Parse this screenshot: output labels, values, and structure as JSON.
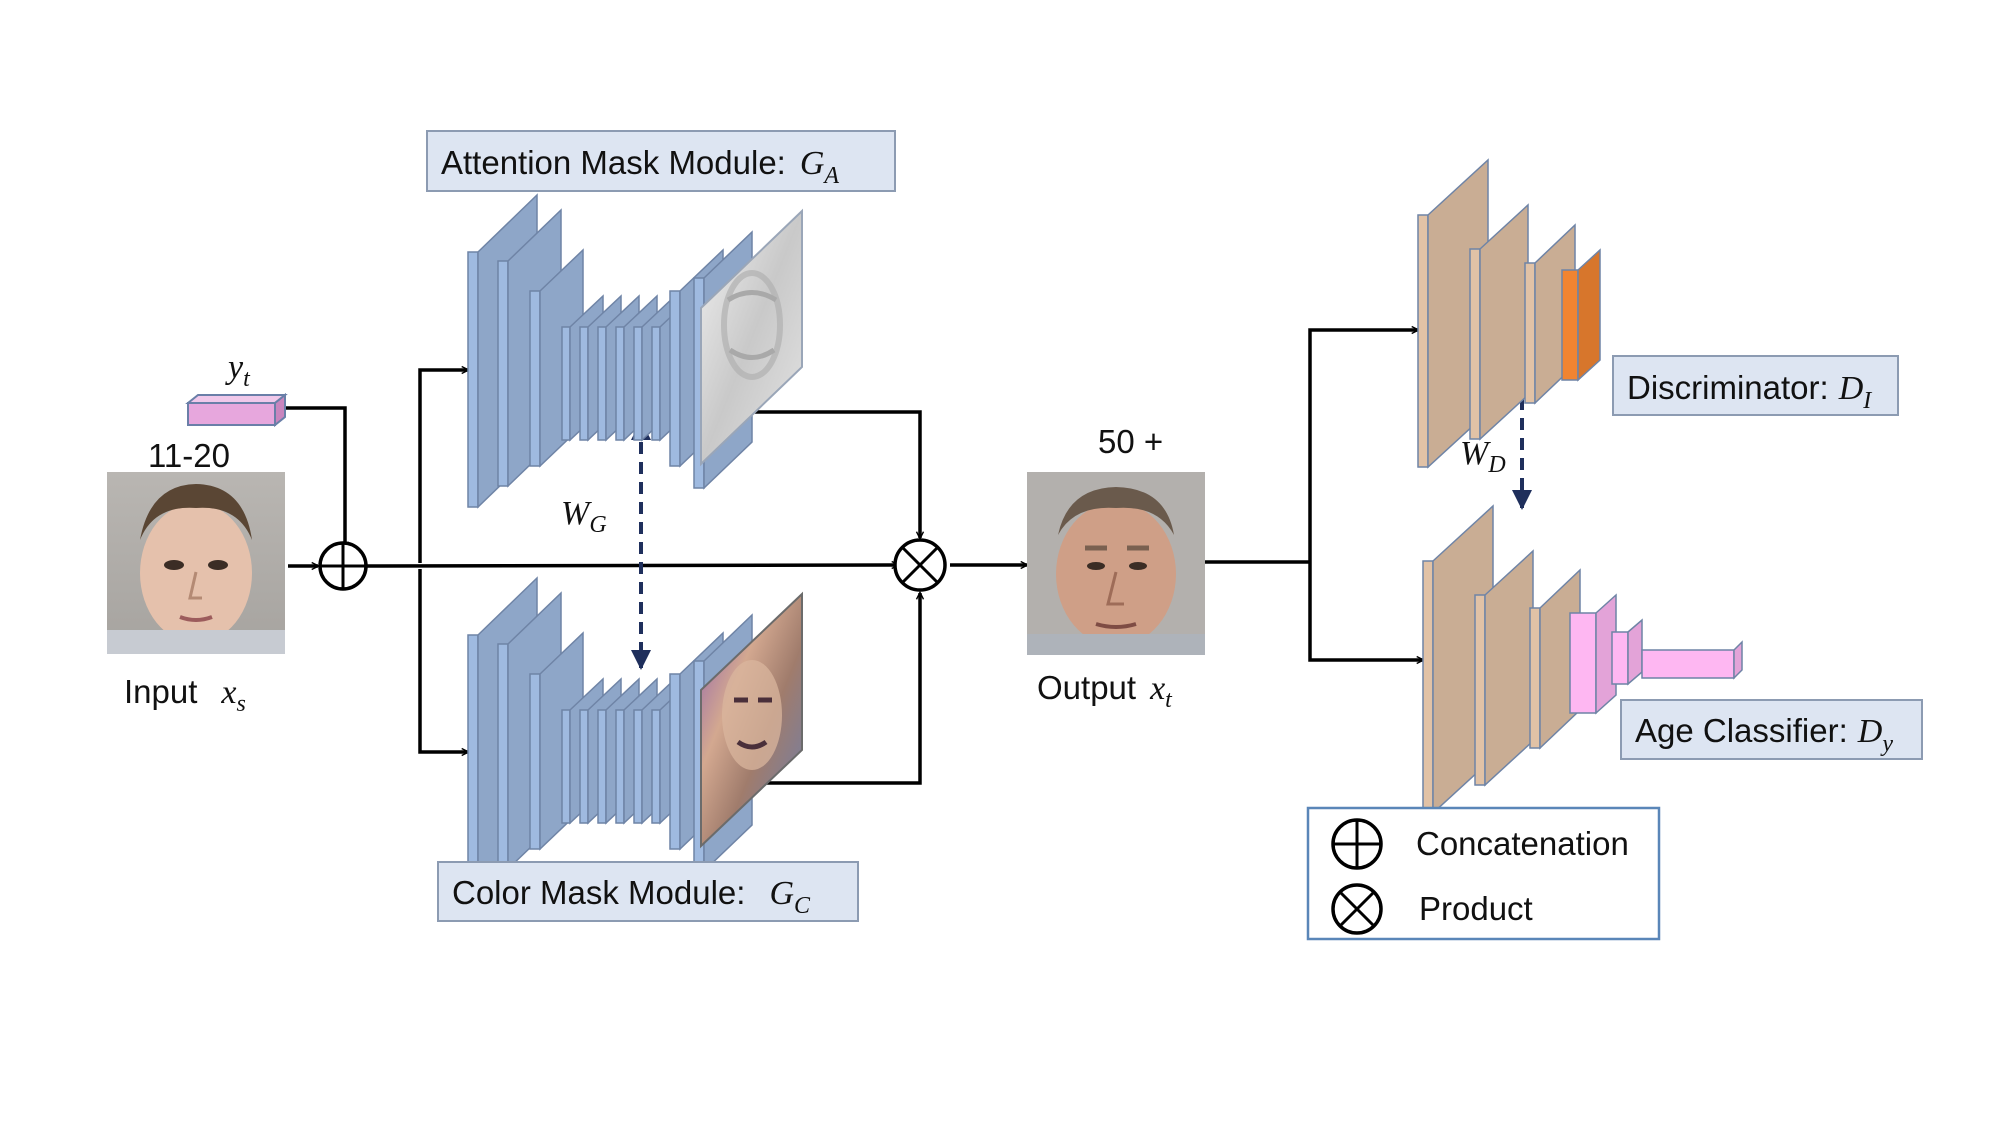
{
  "colors": {
    "generator_layer": "#8ea6c8",
    "discriminator_layer": "#c9ad94",
    "discriminator_output": "#d7762c",
    "classifier_output": "#e3a3d8",
    "age_vector": "#e7a7dd",
    "label_box_fill": "#dde5f2",
    "legend_border": "#5a86b8",
    "shared_weight_arrow": "#1f2f5c"
  },
  "labels": {
    "age_vector": {
      "math": "y",
      "sub": "t"
    },
    "input_age": "11-20",
    "input": {
      "text": "Input",
      "math": "x",
      "sub": "s"
    },
    "output_age": "50 +",
    "output": {
      "text": "Output",
      "math": "x",
      "sub": "t"
    },
    "generator_weights": {
      "math": "W",
      "sub": "G"
    },
    "discriminator_weights": {
      "math": "W",
      "sub": "D"
    }
  },
  "modules": {
    "attention": {
      "text": "Attention Mask Module:",
      "math": "G",
      "sub": "A"
    },
    "color": {
      "text": "Color Mask Module:",
      "math": "G",
      "sub": "C"
    },
    "discriminator": {
      "text": "Discriminator:",
      "math": "D",
      "sub": "I"
    },
    "classifier": {
      "text": "Age Classifier:",
      "math": "D",
      "sub": "y"
    }
  },
  "legend": {
    "concatenation": {
      "symbol": "circle-plus-icon",
      "text": "Concatenation"
    },
    "product": {
      "symbol": "circle-times-icon",
      "text": "Product"
    }
  }
}
